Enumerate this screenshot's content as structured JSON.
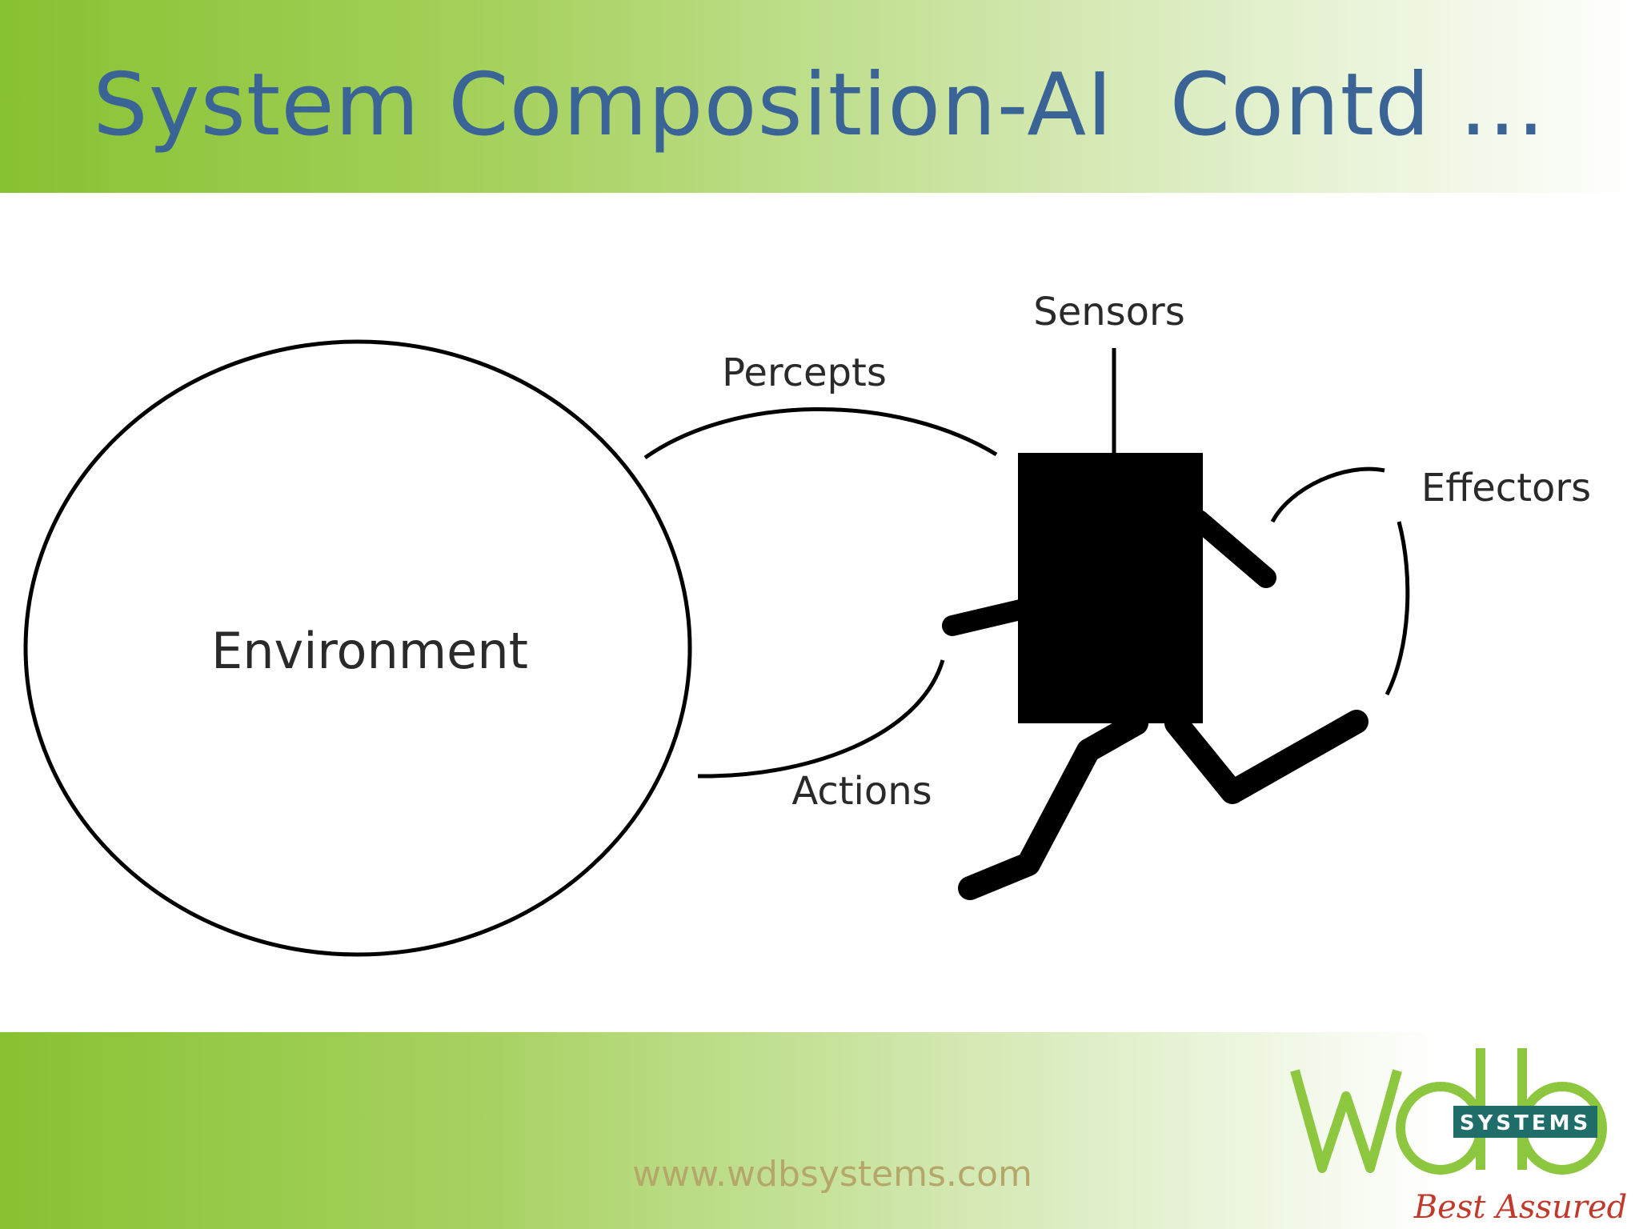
{
  "slide": {
    "title": "System Composition-AI  Contd …"
  },
  "diagram": {
    "environment_label": "Environment",
    "percepts_label": "Percepts",
    "sensors_label": "Sensors",
    "effectors_label": "Effectors",
    "actions_label": "Actions"
  },
  "footer": {
    "url": "www.wdbsystems.com",
    "logo": {
      "letters": "wdb",
      "badge": "SYSTEMS",
      "tagline": "Best Assured"
    }
  },
  "colors": {
    "accent_green": "#87c232",
    "title_blue": "#3a6396",
    "logo_teal": "#1f6e6a",
    "tagline_red": "#c0392b"
  }
}
